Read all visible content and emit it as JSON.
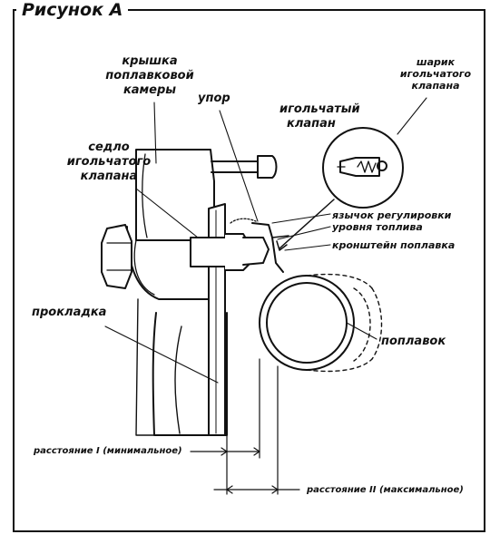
{
  "figure": {
    "title": "Рисунок А"
  },
  "labels": {
    "cover": [
      "крышка",
      "поплавковой",
      "камеры"
    ],
    "seat": [
      "седло",
      "игольчатого",
      "клапана"
    ],
    "stop": "упор",
    "needle_valve": [
      "игольчатый",
      "клапан"
    ],
    "ball": [
      "шарик",
      "игольчатого",
      "клапана"
    ],
    "tongue": [
      "язычок регулировки",
      "уровня топлива"
    ],
    "bracket": "кронштейн поплавка",
    "gasket": "прокладка",
    "float": "поплавок",
    "distance_min": "расстояние I (минимальное)",
    "distance_max": "расстояние II (максимальное)"
  }
}
